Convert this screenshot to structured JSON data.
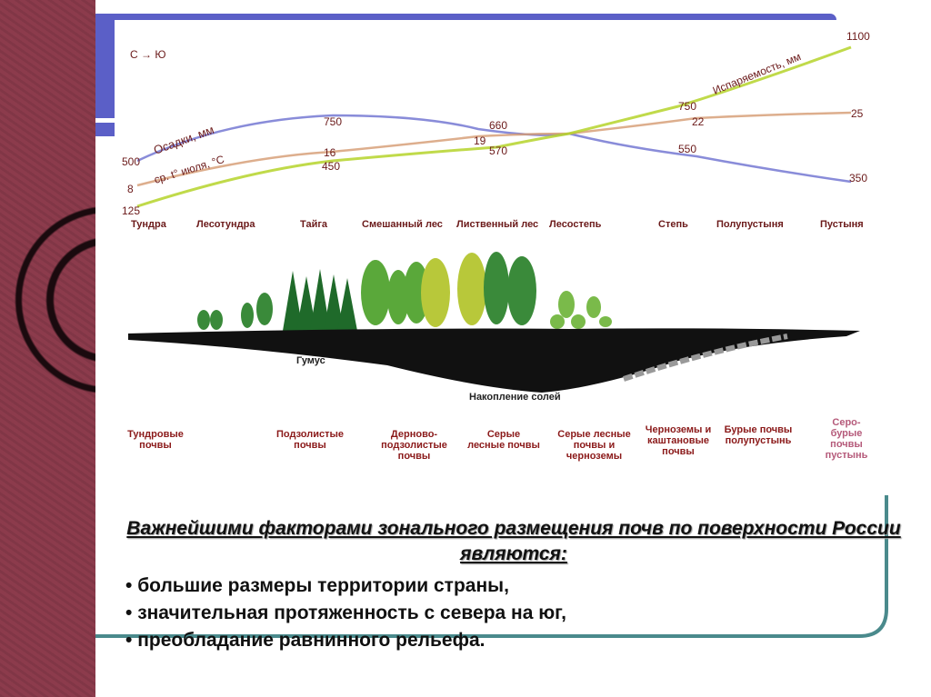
{
  "diagram": {
    "direction_label": "С → Ю",
    "lines": {
      "precipitation": {
        "label": "Осадки, мм",
        "values": [
          "500",
          "750",
          "660",
          "550",
          "350"
        ]
      },
      "temperature": {
        "label": "ср. t° июля, °С",
        "values": [
          "8",
          "16",
          "19",
          "22",
          "25"
        ]
      },
      "evaporation": {
        "label": "Испаряемость, мм",
        "values": [
          "125",
          "450",
          "570",
          "750",
          "1100"
        ]
      }
    },
    "zones": [
      "Тундра",
      "Лесотундра",
      "Тайга",
      "Смешанный лес",
      "Лиственный лес",
      "Лесостепь",
      "Степь",
      "Полупустыня",
      "Пустыня"
    ],
    "humus_label": "Гумус",
    "salt_label": "Накопление солей",
    "soils": [
      "Тундровые почвы",
      "Подзолистые почвы",
      "Дерново-подзолистые почвы",
      "Серые лесные почвы",
      "Серые лесные почвы и черноземы",
      "Черноземы и каштановые почвы",
      "Бурые почвы полупустынь",
      "Серо-бурые почвы пустынь"
    ]
  },
  "text": {
    "title": "Важнейшими факторами зонального размещения почв по поверхности России являются:",
    "bullets": [
      "большие размеры территории страны,",
      "значительная протяженность с севера на юг,",
      "преобладание равнинного рельефа."
    ]
  },
  "colors": {
    "accent_blue": "#5b5fc7",
    "frame_teal": "#4a8a8c",
    "strip": "#8c3b4c",
    "label_red": "#8b1a1a"
  }
}
